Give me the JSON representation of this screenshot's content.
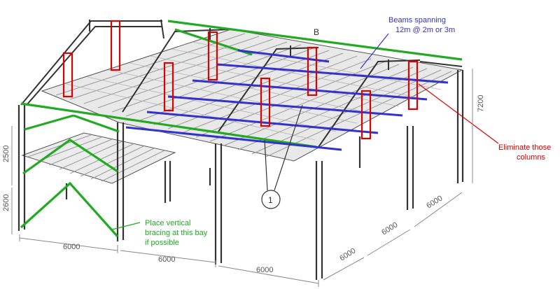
{
  "annotations": {
    "beams": {
      "line1": "Beams spanning",
      "line2": "12m @ 2m or 3m",
      "color": "#3333bb"
    },
    "eliminate": {
      "line1": "Eliminate those",
      "line2": "columns",
      "color": "#cc0000"
    },
    "bracing": {
      "line1": "Place vertical",
      "line2": "bracing at this bay",
      "line3": "if possible",
      "color": "#22aa22"
    }
  },
  "dimensions": {
    "front_bay_1": "6000",
    "front_bay_2": "6000",
    "front_bay_3": "6000",
    "side_bay_1": "6000",
    "side_bay_2": "6000",
    "side_bay_3": "6000",
    "height_total": "7200",
    "height_upper": "2500",
    "height_lower": "2600"
  },
  "labels": {
    "grid_mark": "B",
    "callout_number": "1"
  },
  "colors": {
    "frame": "#333333",
    "deck": "#8a8a8a",
    "red_highlight": "#dd0000",
    "green_bracing": "#22aa22",
    "blue_beams": "#3333cc"
  }
}
